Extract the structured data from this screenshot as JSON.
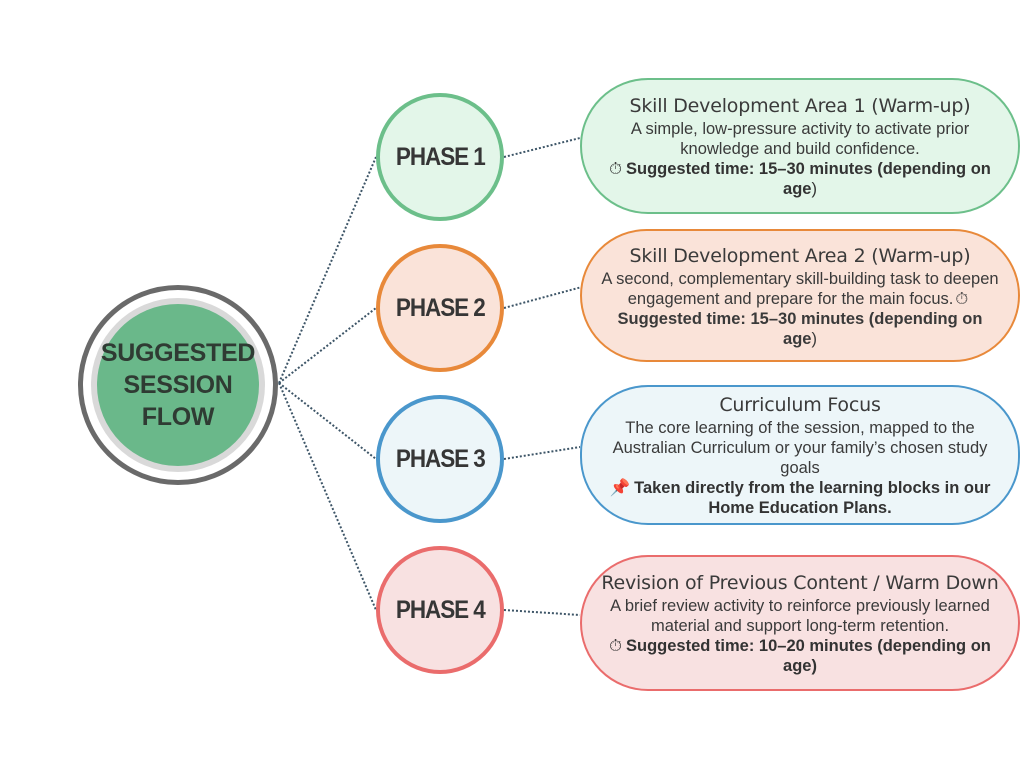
{
  "center": {
    "label": "SUGGESTED\nSESSION\nFLOW",
    "colors": {
      "fill": "#6ab88a",
      "ring": "#d9d9d9",
      "outline": "#6a6a6a"
    }
  },
  "connector_color": "#3d5567",
  "phases": [
    {
      "label": "PHASE 1",
      "colors": {
        "border": "#6cbf8a",
        "fill": "#e3f6e9"
      },
      "box": {
        "title": "Skill Development Area 1 (Warm-up)",
        "description": "A simple, low-pressure activity to activate prior knowledge and build confidence.",
        "icon": "stopwatch-icon",
        "icon_glyph": "⏱",
        "time_bold": "Suggested time: 15–30 minutes (depending on age",
        "time_tail": ")"
      }
    },
    {
      "label": "PHASE 2",
      "colors": {
        "border": "#e8893a",
        "fill": "#fae3d9"
      },
      "box": {
        "title": "Skill Development Area 2 (Warm-up)",
        "description": "A second, complementary skill-building task to deepen engagement and prepare for the main focus.",
        "icon": "stopwatch-icon",
        "icon_glyph": "⏱",
        "time_bold": "Suggested time: 15–30 minutes (depending on age",
        "time_tail": ")"
      }
    },
    {
      "label": "PHASE 3",
      "colors": {
        "border": "#4a97cc",
        "fill": "#edf6f9"
      },
      "box": {
        "title": "Curriculum Focus",
        "description": "The core learning of the session, mapped to the Australian Curriculum or your family’s chosen study goals",
        "icon": "pushpin-icon",
        "icon_glyph": "📌",
        "time_bold": "Taken directly from the learning blocks in our Home Education Plans.",
        "time_tail": ""
      }
    },
    {
      "label": "PHASE 4",
      "colors": {
        "border": "#ea6c6c",
        "fill": "#f8e1e1"
      },
      "box": {
        "title": "Revision of Previous Content / Warm Down",
        "description": "A brief review activity to reinforce previously learned material and support long-term retention.",
        "icon": "stopwatch-icon",
        "icon_glyph": "⏱",
        "time_bold": "Suggested time: 10–20 minutes (depending on age)",
        "time_tail": ""
      }
    }
  ]
}
